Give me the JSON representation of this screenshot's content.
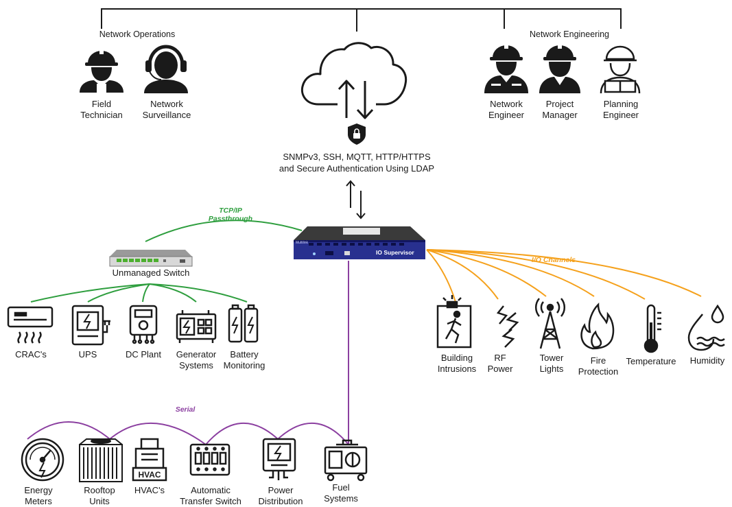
{
  "groups": {
    "network_operations": "Network Operations",
    "network_engineering": "Network Engineering"
  },
  "people": {
    "field_technician": "Field\nTechnician",
    "network_surveillance": "Network\nSurveillance",
    "network_engineer": "Network\nEngineer",
    "project_manager": "Project\nManager",
    "planning_engineer": "Planning\nEngineer"
  },
  "protocols": "SNMPv3, SSH, MQTT, HTTP/HTTPS\nand Secure Authentication Using LDAP",
  "device": {
    "brand": "Multilink",
    "model": "IO Supervisor"
  },
  "links": {
    "tcpip": "TCP/IP\nPassthrough",
    "io": "I/O Channels",
    "serial": "Serial"
  },
  "colors": {
    "tcpip_line": "#2e9e3e",
    "io_line": "#f5a11c",
    "serial_line": "#8b3fa0",
    "device_body": "#28308f"
  },
  "switch_label": "Unmanaged Switch",
  "switch_equipment": {
    "crac": "CRAC's",
    "ups": "UPS",
    "dc_plant": "DC Plant",
    "generator": "Generator\nSystems",
    "battery": "Battery\nMonitoring"
  },
  "io_sensors": {
    "intrusions": "Building\nIntrusions",
    "rf_power": "RF\nPower",
    "tower_lights": "Tower\nLights",
    "fire": "Fire\nProtection",
    "temperature": "Temperature",
    "humidity": "Humidity"
  },
  "serial_equipment": {
    "energy_meters": "Energy\nMeters",
    "rooftop_units": "Rooftop\nUnits",
    "hvac": "HVAC's",
    "ats": "Automatic\nTransfer Switch",
    "power_distribution": "Power\nDistribution",
    "fuel_systems": "Fuel\nSystems"
  },
  "icon_text": {
    "hvac": "HVAC"
  }
}
